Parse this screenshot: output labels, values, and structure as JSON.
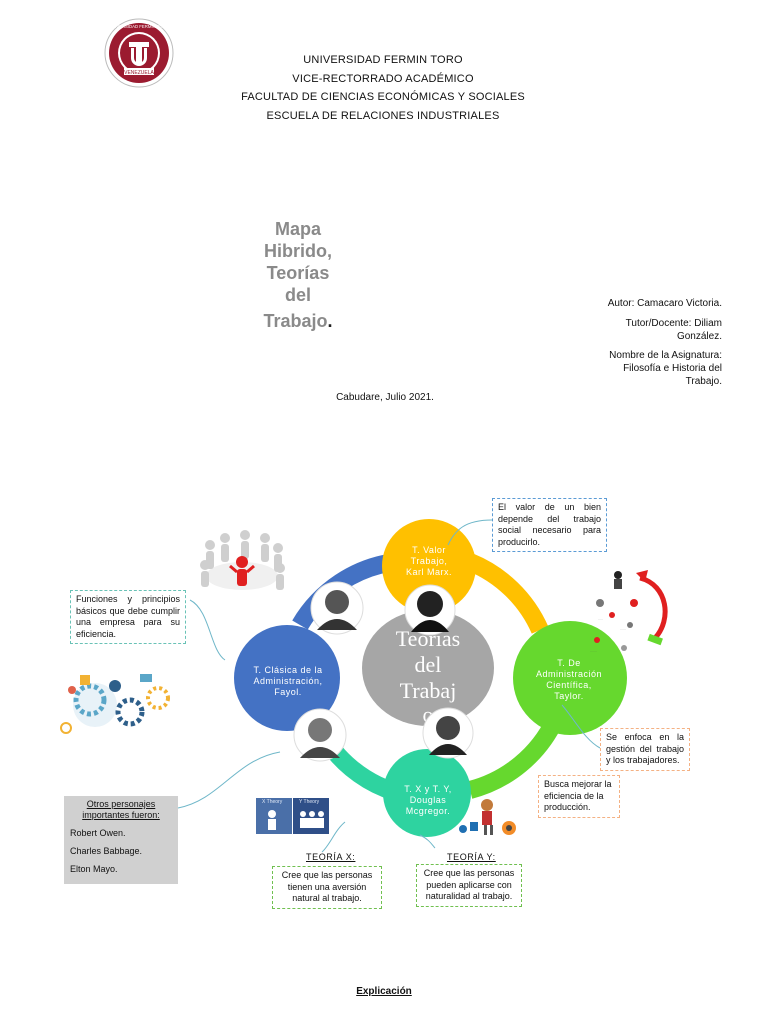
{
  "header": {
    "university": "UNIVERSIDAD FERMIN TORO",
    "vice_rectorate": "VICE-RECTORRADO ACADÉMICO",
    "faculty": "FACULTAD DE CIENCIAS ECONÓMICAS Y SOCIALES",
    "school": "ESCUELA DE RELACIONES INDUSTRIALES"
  },
  "logo": {
    "top_text": "UNIVERSIDAD FERMIN TORO",
    "bottom_text": "VENEZUELA",
    "letters": "UFT",
    "color": "#9b1b30"
  },
  "title": {
    "line1": "Mapa",
    "line2": "Hibrido,",
    "line3": "Teorías",
    "line4": "del",
    "line5": "Trabajo",
    "dot": "."
  },
  "meta": {
    "author": "Autor: Camacaro Victoria.",
    "tutor_1": "Tutor/Docente: Diliam",
    "tutor_2": "González.",
    "subject_1": "Nombre de la Asignatura:",
    "subject_2": "Filosofía e Historia del",
    "subject_3": "Trabajo."
  },
  "date": "Cabudare, Julio 2021.",
  "map": {
    "center": "Teorías del Trabajo",
    "center_line1": "Teorías",
    "center_line2": "del",
    "center_line3": "Trabaj",
    "center_line4": "o",
    "nodes": {
      "valor_1": "T. Valor",
      "valor_2": "Trabajo,",
      "valor_3": "Karl Marx.",
      "clasica_1": "T. Clásica de la",
      "clasica_2": "Administración,",
      "clasica_3": "Fayol.",
      "cientifica_1": "T. De",
      "cientifica_2": "Administración",
      "cientifica_3": "Científica,",
      "cientifica_4": "Taylor.",
      "xy_1": "T. X y T. Y,",
      "xy_2": "Douglas",
      "xy_3": "Mcgregor."
    },
    "colors": {
      "valor": "#ffc000",
      "clasica": "#4472c4",
      "cientifica": "#66d82e",
      "xy": "#2ed3a0",
      "center": "#a6a6a6",
      "ring_blue": "#4472c4",
      "ring_yellow": "#ffc000",
      "ring_green": "#66d82e",
      "ring_teal": "#2ed3a0"
    },
    "notes": {
      "valor": "El valor de un bien depende del trabajo social necesario para producirlo.",
      "clasica": "Funciones y principios básicos que debe cumplir una empresa para su eficiencia.",
      "cientifica_1": "Se enfoca en la gestión del trabajo y los trabajadores.",
      "cientifica_2": "Busca mejorar la eficiencia de la producción.",
      "teoria_x_title": "TEORÍA X:",
      "teoria_x": "Cree que las personas tienen una aversión natural al trabajo.",
      "teoria_y_title": "TEORÍA Y:",
      "teoria_y": "Cree que las personas pueden aplicarse con naturalidad al trabajo."
    },
    "others": {
      "title_1": "Otros personajes",
      "title_2": "importantes fueron:",
      "people": [
        "Robert Owen.",
        "Charles Babbage.",
        "Elton Mayo."
      ]
    },
    "theory_img": {
      "x_label": "X Theory",
      "y_label": "Y Theory"
    },
    "icons": {
      "people_circle": "people-circle-icon",
      "gears_team": "gears-team-icon",
      "process_diagram": "process-diagram-icon",
      "worker_cartoon": "worker-cartoon-icon"
    }
  },
  "footer": {
    "explicacion": "Explicación"
  }
}
